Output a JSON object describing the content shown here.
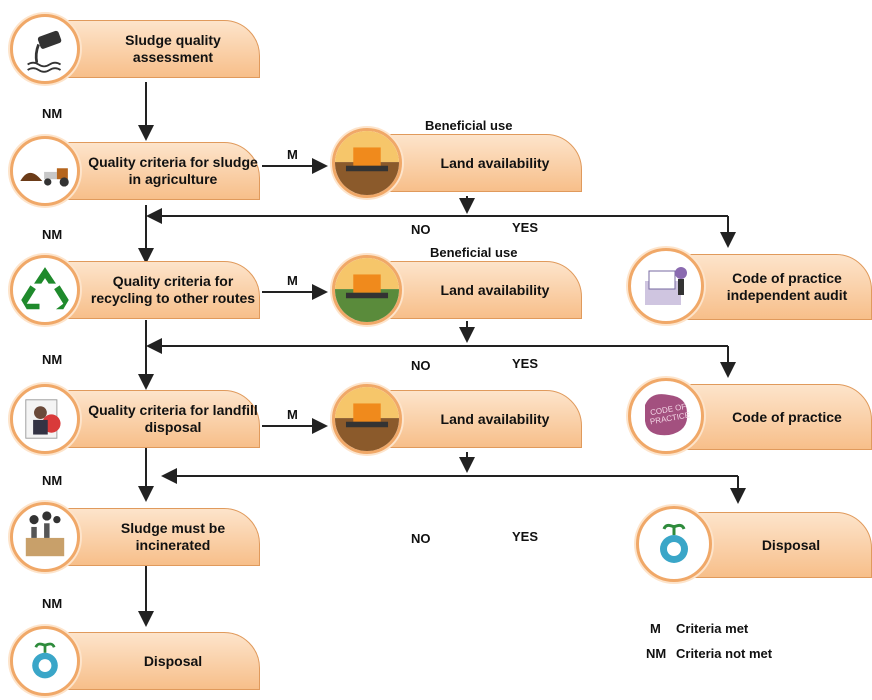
{
  "nodes": {
    "sludge_quality": "Sludge quality assessment",
    "qc_agriculture": "Quality criteria for sludge in agriculture",
    "qc_recycling": "Quality criteria for recycling to other routes",
    "qc_landfill": "Quality criteria for landfill disposal",
    "incinerated": "Sludge must be incinerated",
    "disposal_bottom": "Disposal",
    "land1": "Land availability",
    "land2": "Land availability",
    "land3": "Land availability",
    "cop_audit": "Code of practice independent audit",
    "cop": "Code of practice",
    "disposal_right": "Disposal"
  },
  "labels": {
    "beneficial_use_1": "Beneficial use",
    "beneficial_use_2": "Beneficial use",
    "m": "M",
    "nm": "NM",
    "no": "NO",
    "yes": "YES",
    "cop_badge": "CODE OF PRACTICE"
  },
  "legend": {
    "m_key": "M",
    "m_text": "Criteria met",
    "nm_key": "NM",
    "nm_text": "Criteria not met"
  },
  "colors": {
    "tab_fill": "#f7bf8a",
    "tab_border": "#e09a5c",
    "arrow": "#222222"
  }
}
